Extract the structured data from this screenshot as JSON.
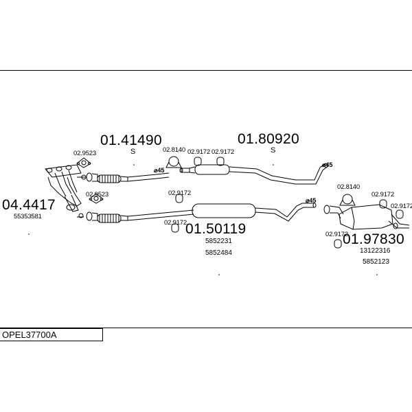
{
  "diagram": {
    "code": "OPEL37700A",
    "parts": {
      "p04": {
        "number": "04.4417",
        "ref": "55353581"
      },
      "p01a": {
        "number": "01.41490",
        "suffix": "S"
      },
      "p01b": {
        "number": "01.80920",
        "suffix": "S"
      },
      "p01c": {
        "number": "01.50119",
        "refs": [
          "5852231",
          "5852484"
        ]
      },
      "p01d": {
        "number": "01.97830",
        "refs": [
          "13122316",
          "5852123"
        ]
      }
    },
    "fittings": {
      "g9523": "02.9523",
      "g8140": "02.8140",
      "g9172": "02.9172"
    },
    "diameter": "⌀45"
  }
}
